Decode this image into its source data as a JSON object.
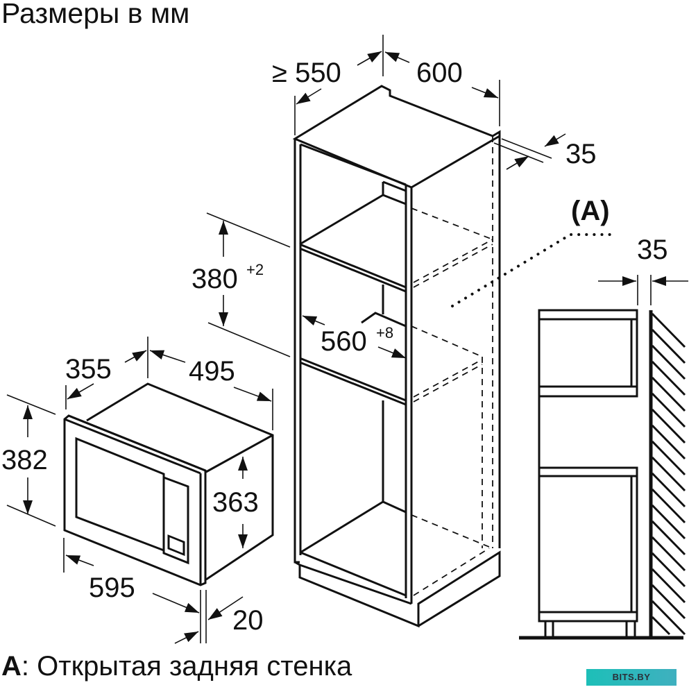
{
  "header": {
    "title": "Размеры в мм"
  },
  "legend": {
    "key": "A",
    "separator": ":",
    "text": " Открытая задняя стенка"
  },
  "cabinet": {
    "depth_label": "≥ 550",
    "width_label": "600",
    "back_gap_label": "35",
    "niche_height_label": "380",
    "niche_height_tol": "+2",
    "niche_width_label": "560",
    "niche_width_tol": "+8"
  },
  "appliance": {
    "depth_label": "355",
    "body_width_label": "495",
    "frame_height_label": "382",
    "body_height_label": "363",
    "frame_width_label": "595",
    "frame_thickness_label": "20"
  },
  "side_view": {
    "open_back_marker": "(A)",
    "wall_gap_label": "35"
  },
  "watermark": {
    "text": "BITS.BY",
    "color": "#1dbfb8"
  }
}
